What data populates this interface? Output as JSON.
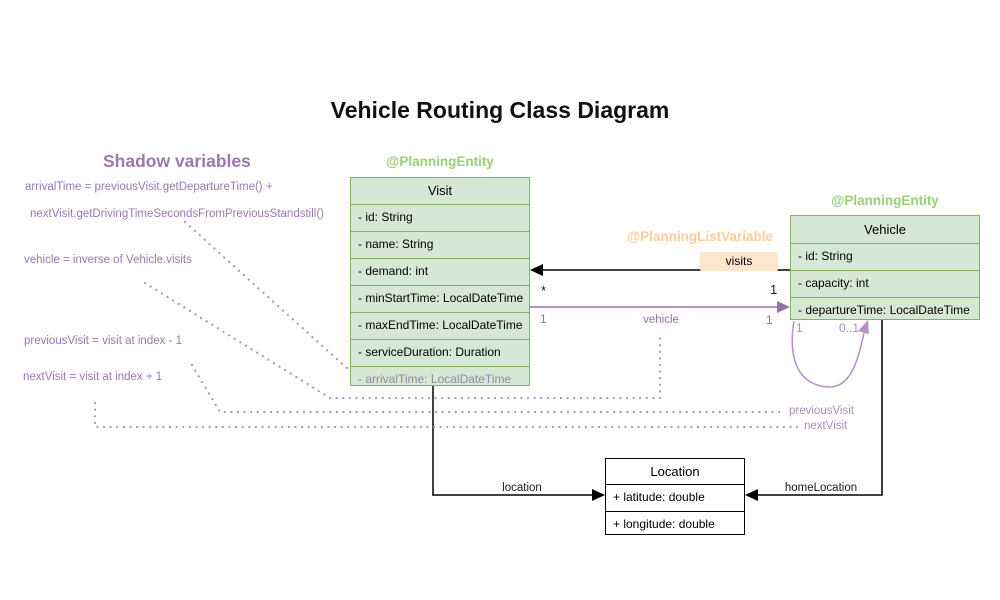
{
  "title": "Vehicle Routing Class Diagram",
  "shadow": {
    "heading": "Shadow variables",
    "lines": [
      "arrivalTime = previousVisit.getDepartureTime() +",
      "nextVisit.getDrivingTimeSecondsFromPreviousStandstill()",
      "vehicle = inverse of Vehicle.visits",
      "previousVisit = visit at index - 1",
      "nextVisit = visit at index + 1"
    ]
  },
  "annotations": {
    "planning_entity_visit": "@PlanningEntity",
    "planning_entity_vehicle": "@PlanningEntity",
    "planning_list_variable": "@PlanningListVariable"
  },
  "classes": {
    "visit": {
      "name": "Visit",
      "fields": [
        "- id: String",
        "- name: String",
        "- demand: int",
        "- minStartTime: LocalDateTime",
        "- maxEndTime: LocalDateTime",
        "- serviceDuration: Duration",
        "- arrivalTime: LocalDateTime"
      ]
    },
    "vehicle": {
      "name": "Vehicle",
      "fields": [
        "- id: String",
        "- capacity: int",
        "- departureTime: LocalDateTime"
      ]
    },
    "location": {
      "name": "Location",
      "fields": [
        "+ latitude: double",
        "+ longitude: double"
      ]
    }
  },
  "relations": {
    "visits": {
      "label": "visits",
      "mult_visit_end": "*",
      "mult_vehicle_end": "1"
    },
    "vehicle": {
      "label": "vehicle",
      "mult_visit_end": "1",
      "mult_vehicle_end": "1"
    },
    "location": {
      "label": "location"
    },
    "home_location": {
      "label": "homeLocation"
    },
    "previous_visit": {
      "label": "previousVisit"
    },
    "next_visit": {
      "label": "nextVisit"
    },
    "self_loop": {
      "mult_source": "1",
      "mult_target": "0..1"
    }
  },
  "colors": {
    "green_fill": "#d5e8d4",
    "green_border": "#82b366",
    "green_annotation": "#97d077",
    "orange_fill": "#ffe6cc",
    "orange_annotation": "#ffcc99",
    "purple": "#9673a6",
    "purple_light": "#b491c8",
    "black": "#000000"
  }
}
